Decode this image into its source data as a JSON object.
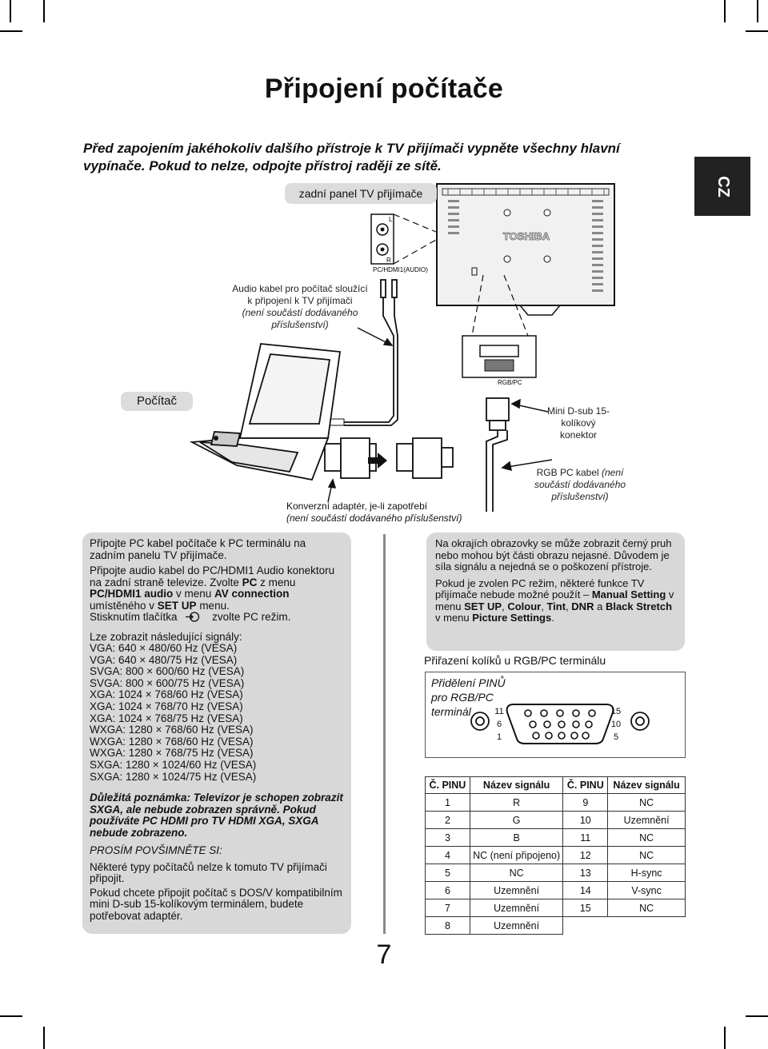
{
  "title": "Připojení počítače",
  "warning": "Před zapojením jakéhokoliv dalšího přístroje k TV přijímači vypněte všechny hlavní vypínače. Pokud to nelze, odpojte přístroj raději ze sítě.",
  "side_tab": "CZ",
  "diagram": {
    "rear_panel_label": "zadní panel TV přijímače",
    "audio_port_l": "L",
    "audio_port_r": "R",
    "audio_port_caption": "PC/HDMI1(AUDIO)",
    "brand": "TOSHIBA",
    "rgb_port_caption": "RGB/PC",
    "audio_cable_label": "Audio kabel pro počítač sloužící k připojení k TV přijímači",
    "audio_cable_note": "(není součástí dodávaného příslušenství)",
    "pc_label": "Počítač",
    "mini_dsub_label": "Mini D-sub 15-kolíkový konektor",
    "rgb_cable_label": "RGB PC kabel",
    "rgb_cable_note": "(není součástí dodávaného příslušenství)",
    "adapter_label": "Konverzní adaptér, je-li zapotřebí",
    "adapter_note": "(není součástí dodávaného příslušenství)"
  },
  "left_panel": {
    "para1": "Připojte PC kabel počítače k PC terminálu na zadním panelu TV přijímače.",
    "para2_a": "Připojte audio kabel do PC/HDMI1 Audio konektoru na zadní straně televize. Zvolte ",
    "para2_pc": "PC",
    "para2_b": " z menu ",
    "para2_menu": "PC/HDMI1 audio",
    "para2_c": " v menu ",
    "para2_av": "AV connection",
    "para2_d": " umístěného v ",
    "para2_setup": "SET UP",
    "para2_e": " menu.",
    "para3_a": "Stisknutím tlačítka",
    "para3_b": "zvolte PC režim.",
    "signals_heading": "Lze zobrazit následující signály:",
    "signals": [
      "VGA: 640 × 480/60 Hz (VESA)",
      "VGA: 640 × 480/75 Hz (VESA)",
      "SVGA: 800 × 600/60 Hz (VESA)",
      "SVGA: 800 × 600/75 Hz (VESA)",
      "XGA: 1024 × 768/60 Hz (VESA)",
      "XGA: 1024 × 768/70 Hz (VESA)",
      "XGA: 1024 × 768/75 Hz (VESA)",
      "WXGA: 1280 × 768/60 Hz (VESA)",
      "WXGA: 1280 × 768/60 Hz (VESA)",
      "WXGA: 1280 × 768/75 Hz (VESA)",
      "SXGA: 1280 × 1024/60 Hz (VESA)",
      "SXGA: 1280 × 1024/75 Hz (VESA)"
    ],
    "important_note": "Důležitá poznámka: Televizor je schopen zobrazit SXGA, ale nebude zobrazen správně. Pokud používáte PC HDMI pro TV HDMI XGA, SXGA nebude zobrazeno.",
    "notice_heading": "PROSÍM POVŠIMNĚTE SI:",
    "notice1": "Některé typy počítačů nelze k tomuto TV přijímači připojit.",
    "notice2": "Pokud chcete připojit počítač s DOS/V kompatibilním mini D-sub 15-kolíkovým terminálem, budete potřebovat adaptér."
  },
  "right_panel": {
    "para1": "Na okrajích obrazovky se může zobrazit černý pruh nebo mohou být části obrazu nejasné. Důvodem je síla signálu a nejedná se o poškození přístroje.",
    "para2_a": "Pokud je zvolen PC režim, některé funkce TV přijímače nebude možné použít – ",
    "para2_manual": "Manual Setting",
    "para2_b": " v menu ",
    "para2_setup": "SET UP",
    "para2_c": ", ",
    "para2_colour": "Colour",
    "para2_d": ", ",
    "para2_tint": "Tint",
    "para2_e": ", ",
    "para2_dnr": "DNR",
    "para2_f": " a ",
    "para2_black": "Black Stretch",
    "para2_g": " v menu ",
    "para2_picture": "Picture Settings",
    "para2_h": "."
  },
  "pin_assignment": {
    "heading": "Přiřazení kolíků u RGB/PC terminálu",
    "box_label": "Přidělení PINŮ pro RGB/PC terminál",
    "left_numbers": [
      "11",
      "6",
      "1"
    ],
    "right_numbers": [
      "15",
      "10",
      "5"
    ]
  },
  "pin_table": {
    "headers": [
      "Č. PINU",
      "Název signálu",
      "Č. PINU",
      "Název signálu"
    ],
    "rows": [
      [
        "1",
        "R",
        "9",
        "NC"
      ],
      [
        "2",
        "G",
        "10",
        "Uzemnění"
      ],
      [
        "3",
        "B",
        "11",
        "NC"
      ],
      [
        "4",
        "NC (není připojeno)",
        "12",
        "NC"
      ],
      [
        "5",
        "NC",
        "13",
        "H-sync"
      ],
      [
        "6",
        "Uzemnění",
        "14",
        "V-sync"
      ],
      [
        "7",
        "Uzemnění",
        "15",
        "NC"
      ],
      [
        "8",
        "Uzemnění",
        "",
        ""
      ]
    ]
  },
  "page_number": "7"
}
